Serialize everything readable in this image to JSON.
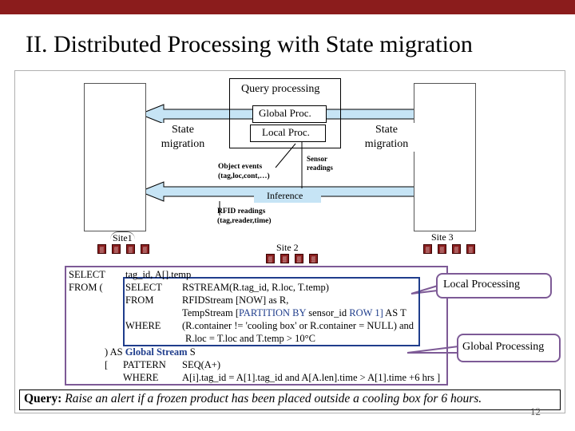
{
  "slide": {
    "title": "II. Distributed Processing with State migration",
    "page_number": "12",
    "colors": {
      "top_bar": "#8b1c1c",
      "arrow_fill": "#c6e4f5",
      "purple": "#7d5a96",
      "tag_red": "#8b2020",
      "sql_blue": "#1f3d8c"
    }
  },
  "diagram": {
    "query_processing": "Query processing",
    "global_proc": "Global Proc.",
    "local_proc": "Local Proc.",
    "state_migration_left": "State migration",
    "state_migration_right": "State migration",
    "object_events": [
      "Object events",
      "(tag,loc,cont,…)"
    ],
    "sensor_readings": [
      "Sensor",
      "readings"
    ],
    "inference": "Inference",
    "rfid_readings": [
      "RFID readings",
      "(tag,reader,time)"
    ],
    "sites": [
      "Site1",
      "Site 2",
      "Site 3"
    ],
    "tag_icon": "rfid-tag-icon"
  },
  "query": {
    "kw_select": "SELECT",
    "select_cols": "tag_id, A[].temp",
    "kw_from": "FROM (",
    "inner_select": "SELECT",
    "inner_select_cols": "RSTREAM(R.tag_id, R.loc, T.temp)",
    "inner_from": "FROM",
    "from_line1": "RFIDStream [NOW] as R,",
    "from_line2_a": "TempStream [",
    "from_line2_b": "PARTITION BY",
    "from_line2_c": " sensor_id ",
    "from_line2_d": "ROW 1]",
    "from_line2_e": " AS T",
    "inner_where": "WHERE",
    "where_line1": "(R.container != 'cooling box' or R.container = NULL) and",
    "where_line2": "R.loc = T.loc and T.temp > 10°C",
    "as_global_a": ") AS ",
    "as_global_b": "Global Stream",
    "as_global_c": " S",
    "bracket": "[",
    "kw_pattern": "PATTERN",
    "pattern_val": "SEQ(A+)",
    "kw_where2": "WHERE",
    "where2_val": "A[i].tag_id = A[1].tag_id and A[A.len].time > A[1].time +6 hrs ]"
  },
  "callouts": {
    "local": "Local Processing",
    "global": "Global Processing"
  },
  "description": {
    "label": "Query:",
    "text": "Raise an alert if a frozen product has been placed outside a cooling box for 6 hours."
  }
}
